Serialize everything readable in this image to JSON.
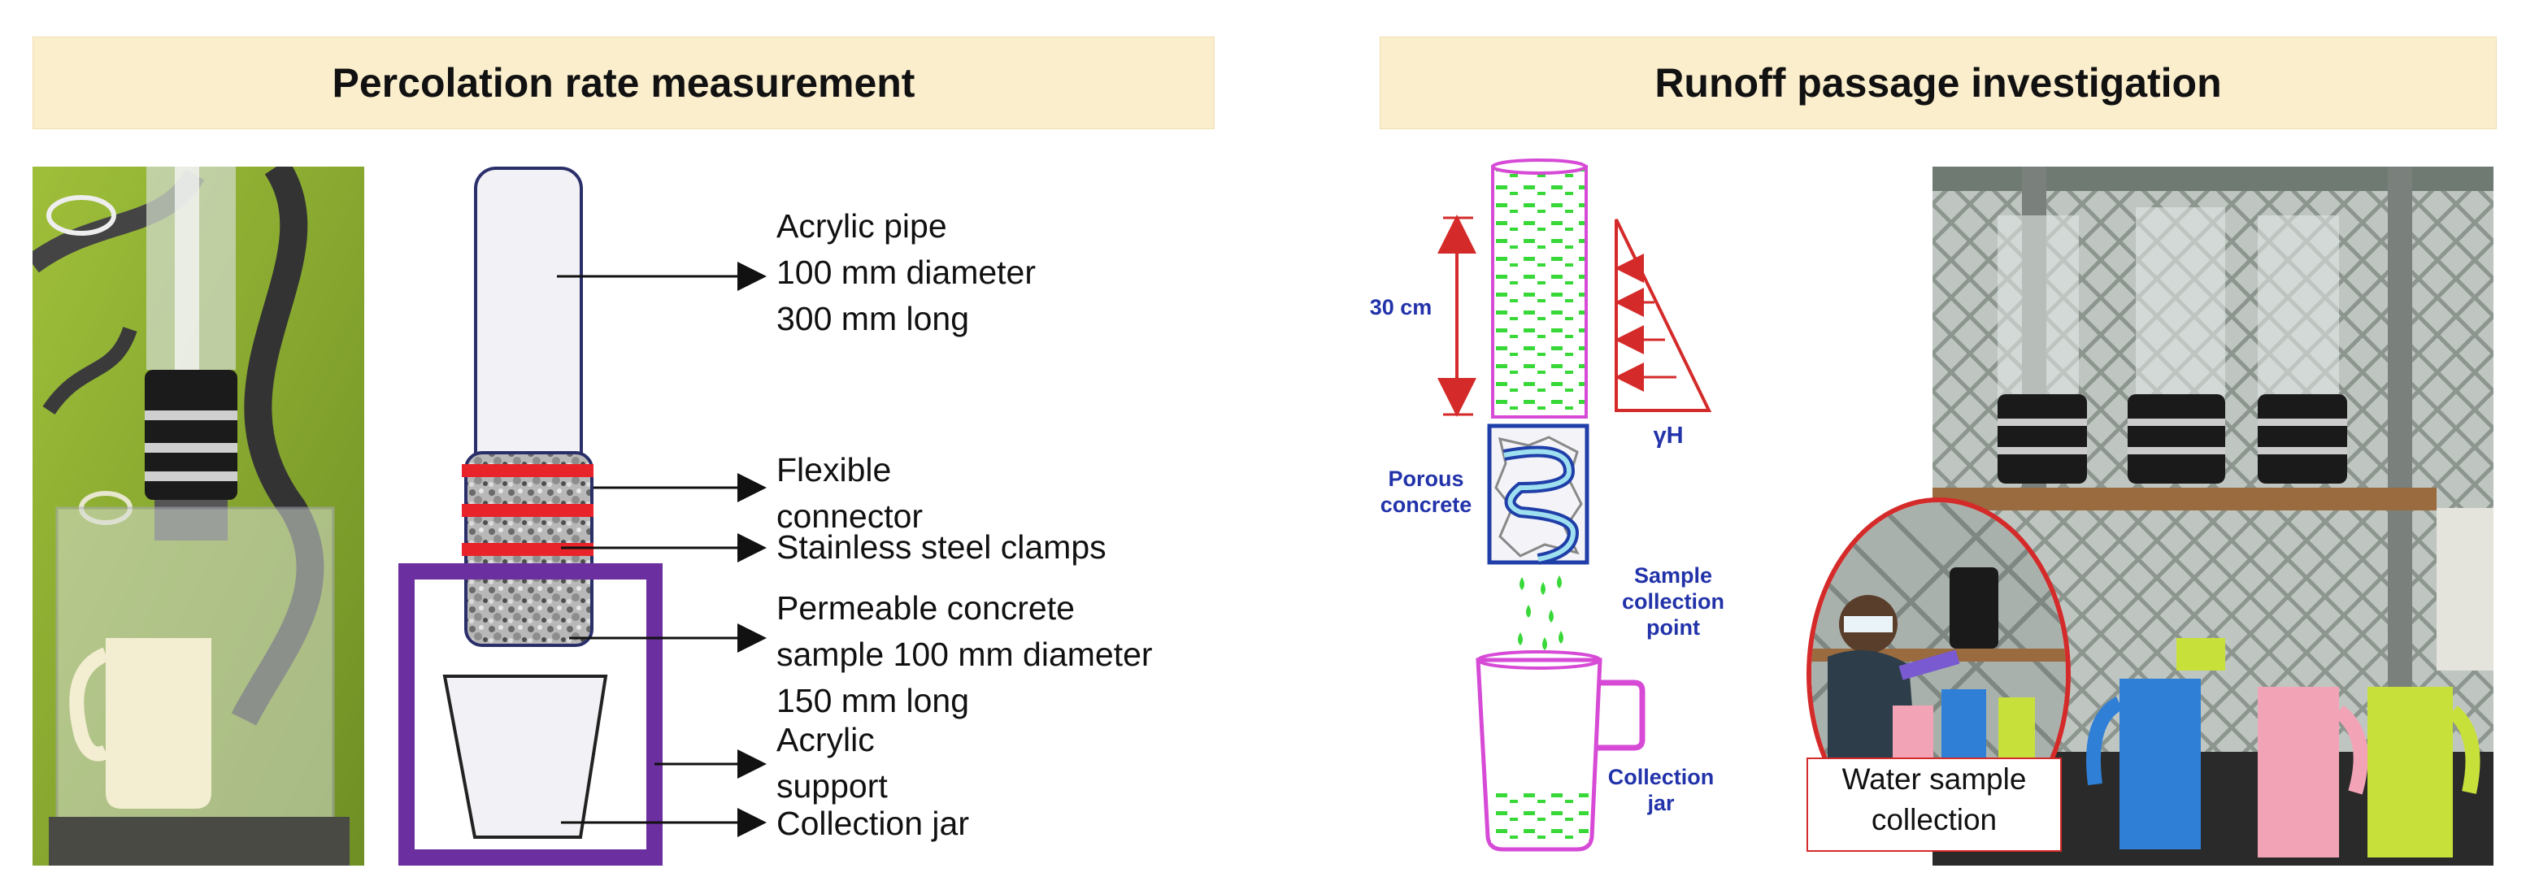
{
  "panels": {
    "left_title": "Percolation rate measurement",
    "right_title": "Runoff passage investigation"
  },
  "percolation_labels": {
    "pipe": [
      "Acrylic pipe",
      "100 mm diameter",
      "300 mm long"
    ],
    "connector": [
      "Flexible",
      "connector"
    ],
    "clamps": "Stainless steel clamps",
    "sample": [
      "Permeable concrete",
      "sample 100 mm diameter",
      "150 mm long"
    ],
    "support": [
      "Acrylic",
      "support"
    ],
    "jar": "Collection jar"
  },
  "runoff_labels": {
    "height": "30 cm",
    "pressure": "γH",
    "porous": [
      "Porous",
      "concrete"
    ],
    "collection_point": [
      "Sample",
      "collection",
      "point"
    ],
    "collection_jar": [
      "Collection",
      "jar"
    ],
    "photo_caption": [
      "Water sample",
      "collection"
    ]
  },
  "colors": {
    "banner": "#fbeecd",
    "clamp_red": "#e8232a",
    "support_purple": "#6b2fa0",
    "water_green": "#38d838",
    "jar_magenta": "#d64ad6",
    "label_blue": "#2233aa",
    "pressure_red": "#d42a2a"
  }
}
